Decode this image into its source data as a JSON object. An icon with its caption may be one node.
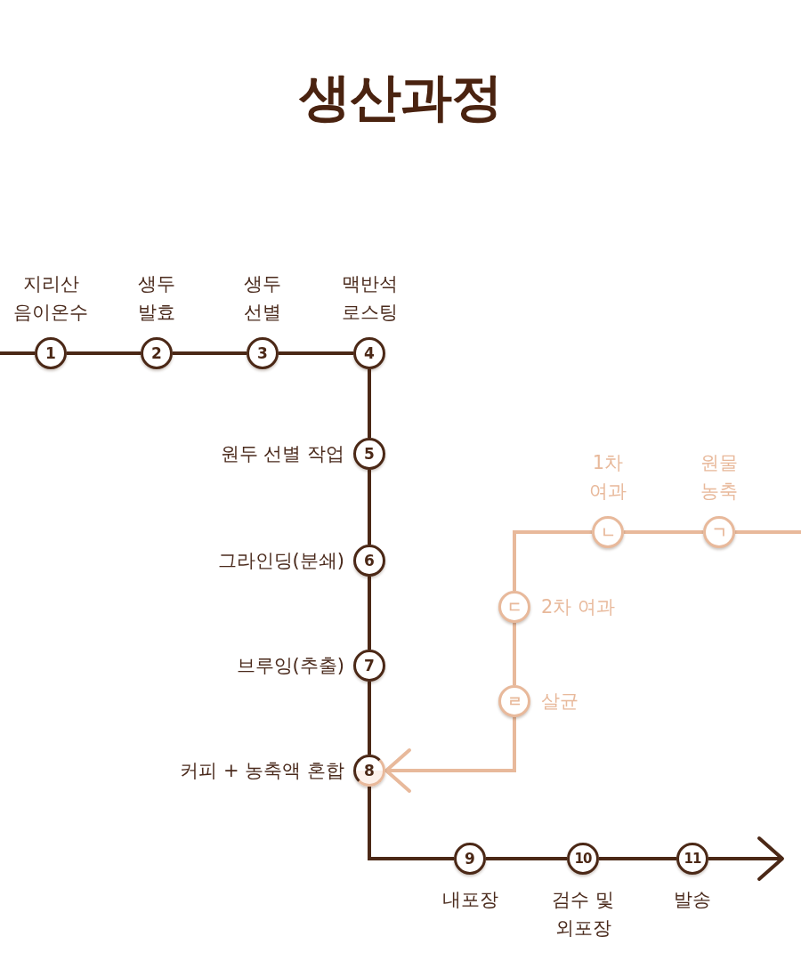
{
  "diagram": {
    "title": "생산과정",
    "nodes": [
      {
        "text": [
          "1"
        ],
        "beside": [
          "지리산 음이온수"
        ]
      },
      {
        "text": [
          "2"
        ],
        "beside": [
          "생두 발효"
        ]
      },
      {
        "text": [
          "3"
        ],
        "beside": [
          "생두 선별"
        ]
      },
      {
        "text": [
          "4"
        ],
        "beside": [
          "맥반석 로스팅"
        ]
      },
      {
        "text": [
          "5"
        ],
        "beside": [
          "원두 선별 작업"
        ]
      },
      {
        "text": [
          "6"
        ],
        "beside": [
          "그라인딩(분쇄)"
        ]
      },
      {
        "text": [
          "7"
        ],
        "beside": [
          "브루잉(추출)"
        ]
      },
      {
        "text": [
          "8"
        ],
        "beside": [
          "커피 + 농축액 혼합"
        ]
      },
      {
        "text": [
          "9"
        ],
        "beside": [
          "내포장"
        ]
      },
      {
        "text": [
          "10"
        ],
        "beside": [
          "검수 및 외포장"
        ]
      },
      {
        "text": [
          "11"
        ],
        "beside": [
          "발송"
        ]
      },
      {
        "text": [
          "ㄱ"
        ],
        "beside": [
          "원물 농축"
        ]
      },
      {
        "text": [
          "ㄴ"
        ],
        "beside": [
          "1차 여과"
        ]
      },
      {
        "text": [
          "ㄷ"
        ],
        "beside": [
          "2차 여과"
        ]
      },
      {
        "text": [
          "ㄹ"
        ],
        "beside": [
          "살균"
        ]
      }
    ],
    "edges": [
      {
        "from": null,
        "to": 0,
        "arrow": "none"
      },
      {
        "from": 0,
        "to": 1,
        "arrow": "none"
      },
      {
        "from": 1,
        "to": 2,
        "arrow": "none"
      },
      {
        "from": 2,
        "to": 3,
        "arrow": "none"
      },
      {
        "from": 3,
        "to": 4,
        "arrow": "none"
      },
      {
        "from": 4,
        "to": 5,
        "arrow": "none"
      },
      {
        "from": 5,
        "to": 6,
        "arrow": "none"
      },
      {
        "from": 6,
        "to": 7,
        "arrow": "none"
      },
      {
        "from": 7,
        "to": 8,
        "arrow": "none"
      },
      {
        "from": 8,
        "to": 9,
        "arrow": "none"
      },
      {
        "from": 9,
        "to": 10,
        "arrow": "none"
      },
      {
        "from": 10,
        "to": null,
        "arrow": "to"
      },
      {
        "from": null,
        "to": 11,
        "arrow": "none",
        "color": "#e8b99b"
      },
      {
        "from": 11,
        "to": 12,
        "arrow": "none",
        "color": "#e8b99b"
      },
      {
        "from": 12,
        "to": 13,
        "arrow": "none",
        "color": "#e8b99b"
      },
      {
        "from": 13,
        "to": 14,
        "arrow": "none",
        "color": "#e8b99b"
      },
      {
        "from": 14,
        "to": 7,
        "arrow": "to",
        "color": "#e8b99b"
      }
    ]
  }
}
